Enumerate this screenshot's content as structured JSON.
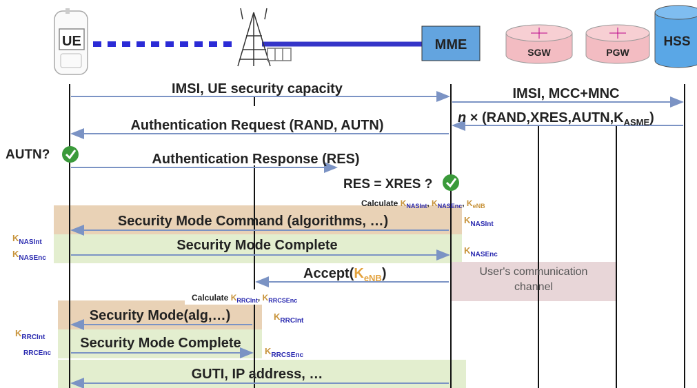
{
  "entities": {
    "ue": "UE",
    "mme": "MME",
    "sgw": "SGW",
    "pgw": "PGW",
    "hss": "HSS"
  },
  "messages": {
    "m1": "IMSI, UE security capacity",
    "m2": "IMSI, MCC+MNC",
    "m3_n": "n",
    "m3_pre": " × (RAND,XRES,AUTN,K",
    "m3_sub": "ASME",
    "m3_post": ")",
    "m4": "Authentication Request (RAND, AUTN)",
    "autn_check": "AUTN?",
    "m5": "Authentication Response (RES)",
    "res_check": "RES = XRES ?",
    "calc1_prefix": "Calculate",
    "m6": "Security Mode Command (algorithms, …)",
    "m7": "Security Mode Complete",
    "m8_pre": "Accept(",
    "m8_k": "K",
    "m8_sub": "eNB",
    "m8_post": ")",
    "user_channel": "User's communication channel",
    "calc2_prefix": "Calculate",
    "m9": "Security Mode(alg,…)",
    "m10": "Security Mode Complete",
    "m11": "GUTI, IP address, …"
  },
  "keys": {
    "k": "K",
    "nasint": "NASInt",
    "nasenc": "NASEnc",
    "enb": "eNB",
    "rrcint": "RRCInt",
    "rrcsenc": "RRCSEnc",
    "rrcenc": "RRCEnc"
  },
  "colors": {
    "arrow": "#7b93c4",
    "lifeline": "#111111",
    "link_dots": "#2b2bd6",
    "link_solid": "#3535c8",
    "mme_box": "#63a4df",
    "db_pink": "#f3bcc2",
    "hss_blue": "#5aa7e6",
    "orange_band": "#e9d2b6",
    "green_band": "#e3eecf",
    "purple_box": "#e8d6d8",
    "key_blue": "#2b2bb0",
    "key_orange": "#c8943c",
    "check_green": "#3a9a3a"
  }
}
